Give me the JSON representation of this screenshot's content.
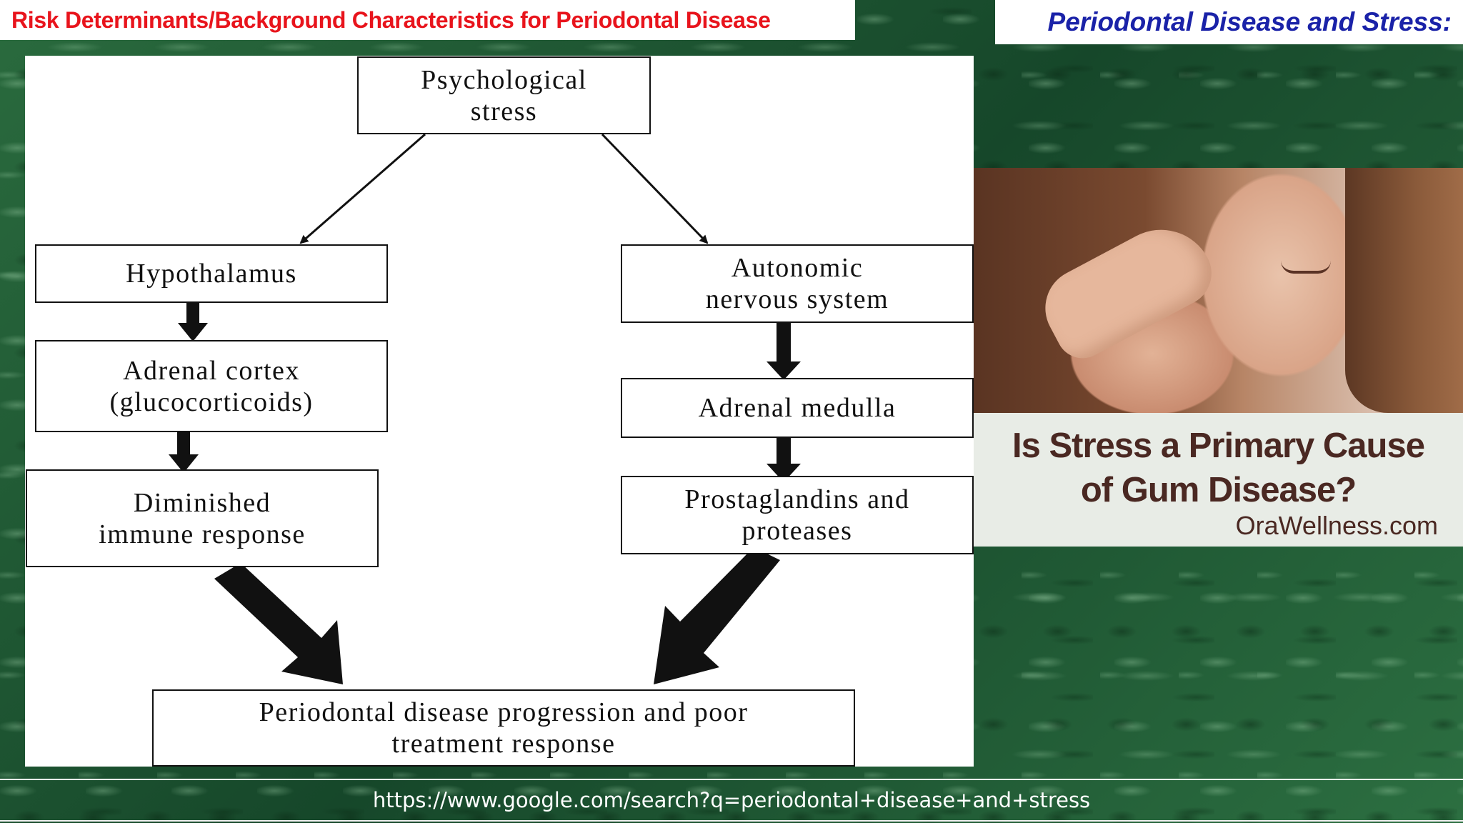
{
  "header": {
    "left_title": "Risk Determinants/Background Characteristics for Periodontal Disease",
    "right_title": "Periodontal Disease and Stress:"
  },
  "diagram": {
    "nodes": {
      "psychological_stress": "Psychological\nstress",
      "hypothalamus": "Hypothalamus",
      "adrenal_cortex": "Adrenal cortex\n(glucocorticoids)",
      "diminished_immune": "Diminished\nimmune response",
      "autonomic": "Autonomic\nnervous system",
      "adrenal_medulla": "Adrenal medulla",
      "prostaglandins": "Prostaglandins and\nproteases",
      "outcome": "Periodontal disease progression and poor\ntreatment response"
    }
  },
  "side_image": {
    "caption": "Is Stress a Primary Cause\nof Gum Disease?",
    "brand": "OraWellness.com"
  },
  "footer": {
    "url": "https://www.google.com/search?q=periodontal+disease+and+stress"
  }
}
